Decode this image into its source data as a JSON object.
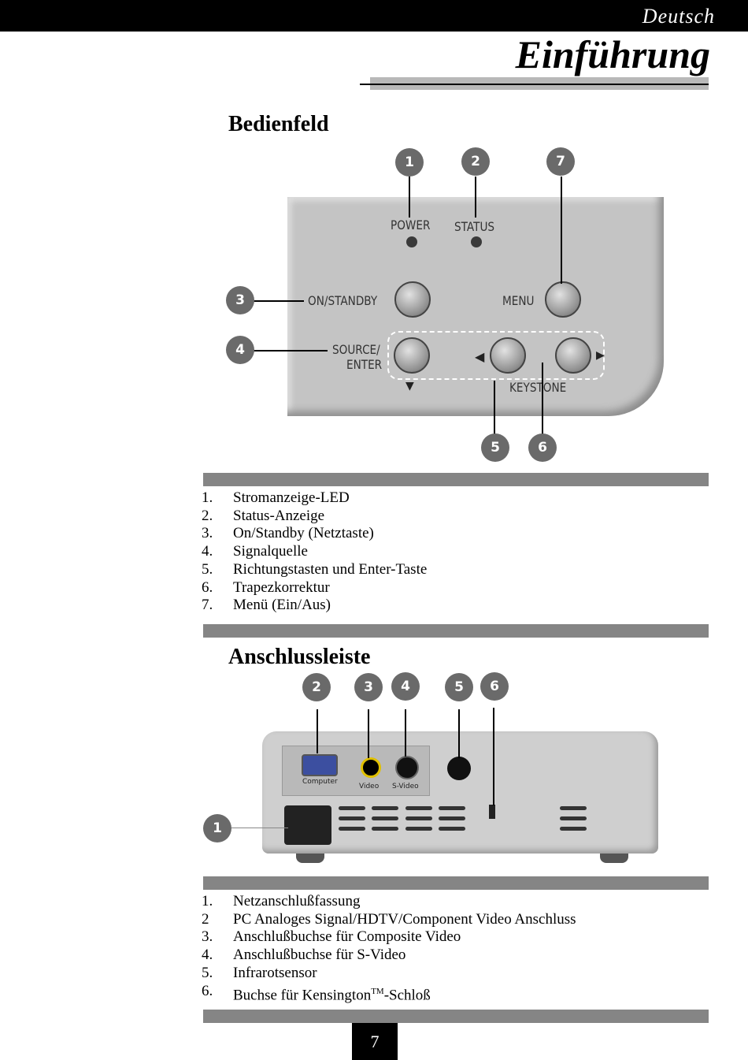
{
  "header": {
    "language": "Deutsch",
    "chapter": "Einführung"
  },
  "section1": {
    "title": "Bedienfeld",
    "callouts": [
      "1",
      "2",
      "7",
      "3",
      "4",
      "5",
      "6"
    ],
    "panel_labels": {
      "power": "POWER",
      "status": "STATUS",
      "on_standby": "ON/STANDBY",
      "menu": "MENU",
      "source_enter_1": "SOURCE/",
      "source_enter_2": "ENTER",
      "keystone": "KEYSTONE"
    },
    "items": [
      {
        "num": "1.",
        "text": "Stromanzeige-LED"
      },
      {
        "num": "2.",
        "text": "Status-Anzeige"
      },
      {
        "num": "3.",
        "text": "On/Standby (Netztaste)"
      },
      {
        "num": "4.",
        "text": "Signalquelle"
      },
      {
        "num": "5.",
        "text": "Richtungstasten und Enter-Taste"
      },
      {
        "num": "6.",
        "text": "Trapezkorrektur"
      },
      {
        "num": "7.",
        "text": "Menü (Ein/Aus)"
      }
    ]
  },
  "section2": {
    "title": "Anschlussleiste",
    "callouts": [
      "2",
      "3",
      "4",
      "5",
      "6",
      "1"
    ],
    "rear_labels": {
      "computer": "Computer",
      "video": "Video",
      "svideo": "S-Video"
    },
    "items": [
      {
        "num": "1.",
        "text": "Netzanschlußfassung"
      },
      {
        "num": "2",
        "text": "PC Analoges Signal/HDTV/Component Video Anschluss"
      },
      {
        "num": "3.",
        "text": "Anschlußbuchse für Composite Video"
      },
      {
        "num": "4.",
        "text": "Anschlußbuchse für S-Video"
      },
      {
        "num": "5.",
        "text": "Infrarotsensor"
      },
      {
        "num": "6.",
        "text_pre": "Buchse für Kensington",
        "tm": "TM",
        "text_post": "-Schloß"
      }
    ]
  },
  "footer": {
    "page_number": "7"
  }
}
